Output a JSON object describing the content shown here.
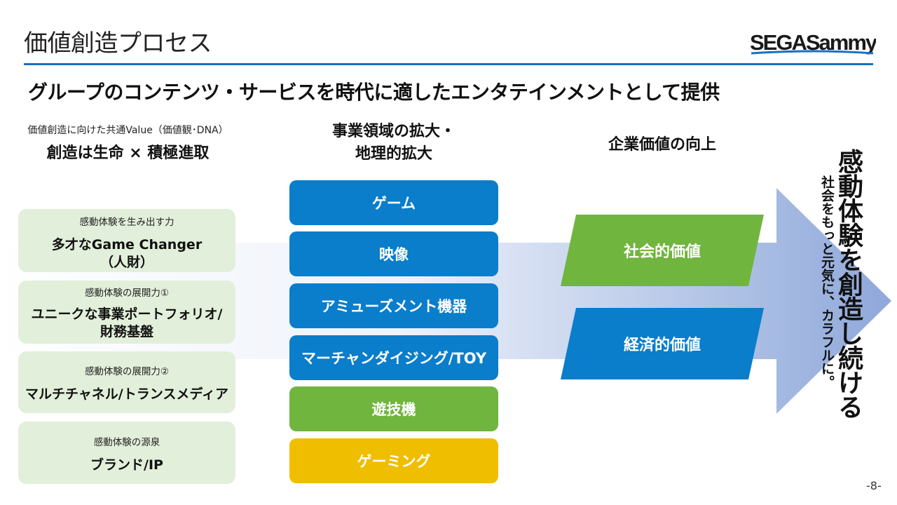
{
  "header": {
    "title": "価値創造プロセス",
    "subtitle": "グループのコンテンツ・サービスを時代に適したエンタテインメントとして提供",
    "logo_text": "SEGASammy"
  },
  "colors": {
    "accent_blue": "#0a7dcb",
    "accent_green": "#70b53e",
    "accent_yellow": "#f0be00",
    "card_bg": "#e2efda",
    "rule": "#1a6fc4"
  },
  "value_column": {
    "small_heading": "価値創造に向けた共通Value（価値観･DNA）",
    "main_heading": "創造は生命 × 積極進取",
    "cards": [
      {
        "small": "感動体験を生み出す力",
        "main_line1": "多才なGame Changer",
        "main_line2": "（人財）"
      },
      {
        "small": "感動体験の展開力①",
        "main_line1": "ユニークな事業ポートフォリオ/",
        "main_line2": "財務基盤"
      },
      {
        "small": "感動体験の展開力②",
        "main_line1": "マルチチャネル/トランスメディア",
        "main_line2": ""
      },
      {
        "small": "感動体験の源泉",
        "main_line1": "ブランド/IP",
        "main_line2": ""
      }
    ]
  },
  "business_column": {
    "heading_line1": "事業領域の拡大・",
    "heading_line2": "地理的拡大",
    "items": [
      {
        "label": "ゲーム",
        "color": "blue"
      },
      {
        "label": "映像",
        "color": "blue"
      },
      {
        "label": "アミューズメント機器",
        "color": "blue"
      },
      {
        "label": "マーチャンダイジング/TOY",
        "color": "blue"
      },
      {
        "label": "遊技機",
        "color": "green"
      },
      {
        "label": "ゲーミング",
        "color": "yellow"
      }
    ]
  },
  "corporate_column": {
    "heading": "企業価値の向上",
    "items": [
      {
        "label": "社会的価値",
        "color": "green"
      },
      {
        "label": "経済的価値",
        "color": "blue"
      }
    ]
  },
  "outcome": {
    "main": "感動体験を創造し続ける",
    "sub": "社会をもっと元気に、カラフルに。"
  },
  "page_number": "-8-"
}
